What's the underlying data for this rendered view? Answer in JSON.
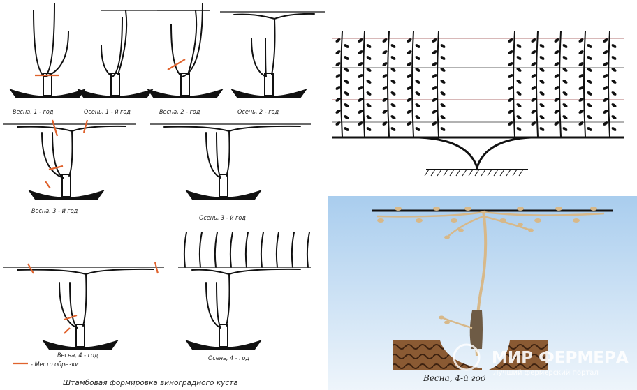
{
  "left_panel": {
    "stages": [
      {
        "label": "Весна, 1 - год"
      },
      {
        "label": "Осень, 1 - й год"
      },
      {
        "label": "Весна, 2 - год"
      },
      {
        "label": "Осень, 2 - год"
      },
      {
        "label": "Весна, 3 - й год"
      },
      {
        "label": "Осень, 3 - й год"
      },
      {
        "label": "Весна, 4 - год"
      },
      {
        "label": "Осень, 4 - год"
      }
    ],
    "legend": "- Место обрезки",
    "title": "Штамбовая формировка виноградного куста",
    "cut_color": "#e0632e"
  },
  "bottom_right": {
    "label": "Весна, 4-й год",
    "watermark_title": "МИР ФЕРМЕРА",
    "watermark_subtitle": "Лучший фермерский портал"
  }
}
